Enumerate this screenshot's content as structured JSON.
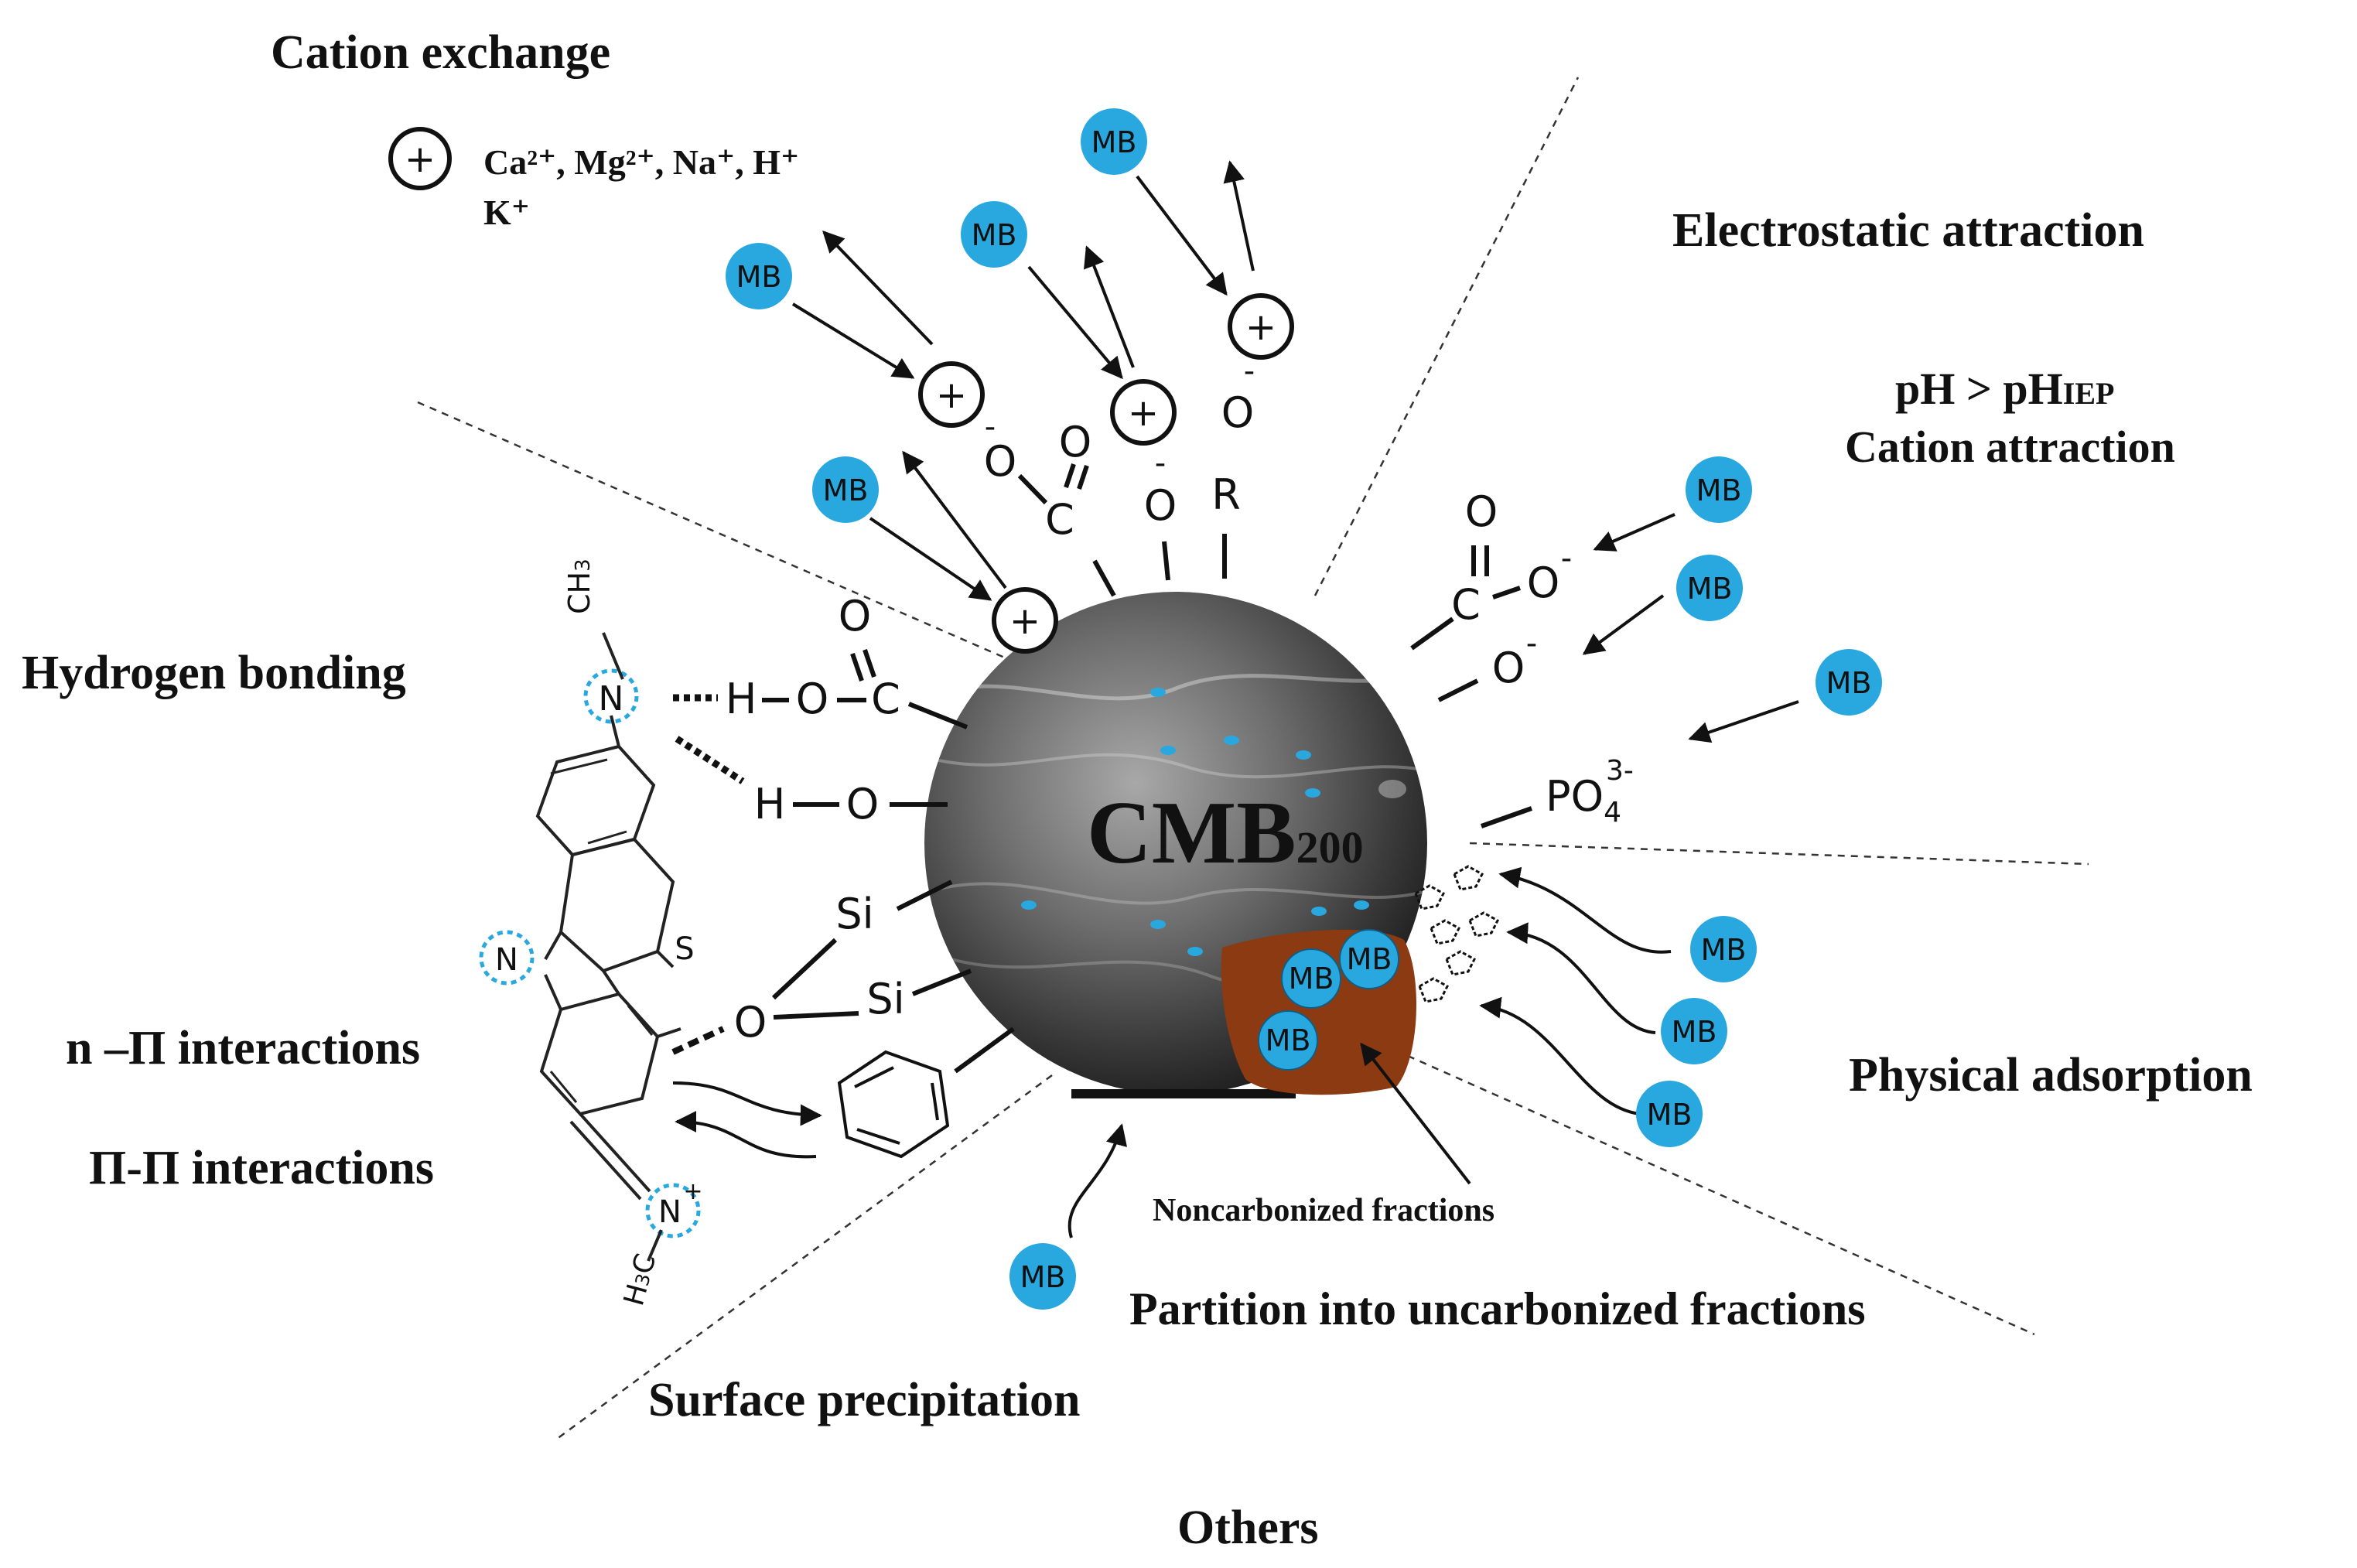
{
  "title": "",
  "labels": {
    "cation_exchange": "Cation exchange",
    "cations_line1": "Ca²⁺, Mg²⁺, Na⁺, H⁺",
    "cations_line2": "K⁺",
    "electrostatic_attraction": "Electrostatic attraction",
    "ph_condition": "pH > pH",
    "ph_subscript": "IEP",
    "cation_attraction": "Cation attraction",
    "hydrogen_bonding": "Hydrogen bonding",
    "n_pi_interactions": "n –Π interactions",
    "pi_pi_interactions": "Π-Π interactions",
    "physical_adsorption": "Physical adsorption",
    "noncarbonized_fractions": "Noncarbonized fractions",
    "partition": "Partition into uncarbonized fractions",
    "surface_precipitation": "Surface precipitation",
    "others": "Others"
  },
  "particle": {
    "name": "CMB",
    "subscript": "200"
  },
  "mb_label": "MB",
  "plus_sign": "+",
  "chemistry": {
    "carbonyl_o": "O",
    "carboxyl_o": "O",
    "carboxyl_c": "C",
    "hydroxyl_o": "O",
    "r_group": "R",
    "ester_o": "O",
    "carboxylate_o": "O",
    "carboxylate_c": "C",
    "carboxylate_o_minus": "O",
    "phenoxide_o": "O",
    "minus": "-",
    "phosphate": "PO",
    "phosphate_sub": "4",
    "phosphate_charge": "3-",
    "hb_h1": "H",
    "hb_o1": "O",
    "hb_c": "C",
    "hb_o_top": "O",
    "hb_h2": "H",
    "hb_o2": "O",
    "si1": "Si",
    "si2": "Si",
    "siloxane_o": "O",
    "mb_n_top": "N",
    "mb_ch3": "CH",
    "mb_ch3_sub": "3",
    "mb_s": "S",
    "mb_n_ring": "N",
    "mb_n_plus": "N",
    "mb_h3c": "H",
    "mb_h3c_sub": "3",
    "mb_h3c_c": "C"
  },
  "colors": {
    "mb_blue": "#29a8e0",
    "fraction_brown": "#8b3a12",
    "particle_gray": "#6e6e6e",
    "dot_blue": "#29a8e0",
    "marker_blue": "#29a8e0"
  }
}
